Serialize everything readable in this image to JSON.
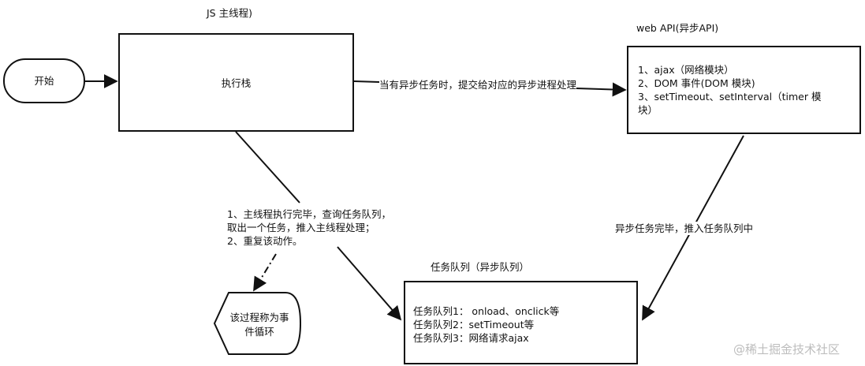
{
  "colors": {
    "stroke": "#111111",
    "text": "#111111",
    "watermark": "#bdbdbd",
    "background": "#ffffff"
  },
  "start": {
    "label": "开始"
  },
  "main_thread": {
    "title": "JS 主线程)",
    "label": "执行栈"
  },
  "web_api": {
    "title": "web API(异步API)",
    "lines": [
      "1、ajax（网络模块）",
      "2、DOM 事件(DOM 模块)",
      "3、setTimeout、setInterval（timer 模",
      "块）"
    ]
  },
  "edges": {
    "to_web_api": "当有异步任务时，提交给对应的异步进程处理",
    "to_queue": "异步任务完毕，推入任务队列中"
  },
  "loop_note": {
    "lines": [
      "1、主线程执行完毕，查询任务队列，",
      "取出一个任务，推入主线程处理；",
      "2、重复该动作。"
    ]
  },
  "event_loop": {
    "lines": [
      "该过程称为事",
      "件循环"
    ]
  },
  "task_queue": {
    "title": "任务队列（异步队列）",
    "lines": [
      "任务队列1： onload、onclick等",
      "任务队列2：setTimeout等",
      "任务队列3：网络请求ajax"
    ]
  },
  "watermark": "@稀土掘金技术社区"
}
